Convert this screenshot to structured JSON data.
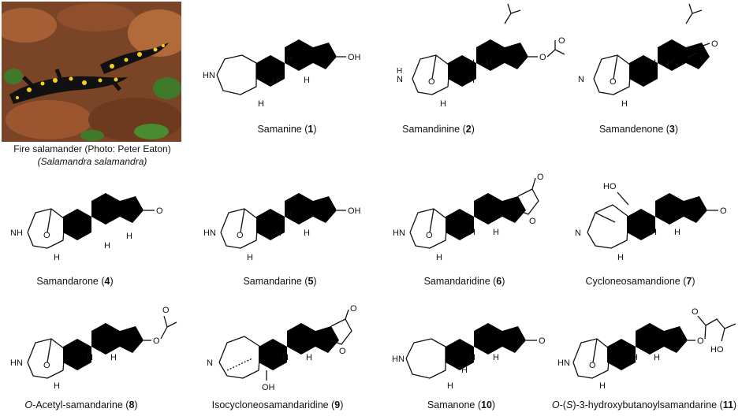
{
  "photo": {
    "caption_line1": "Fire  salamander (Photo: Peter Eaton)",
    "caption_line2": "(Salamandra salamandra)",
    "colors": {
      "leaves": "#8a4a2a",
      "moss": "#3f7a2a",
      "body": "#111111",
      "spots": "#f2d21a"
    }
  },
  "compounds": [
    {
      "name": "Samanine",
      "number": "1"
    },
    {
      "name": "Samandinine",
      "number": "2"
    },
    {
      "name": "Samandenone",
      "number": "3"
    },
    {
      "name": "Samandarone",
      "number": "4"
    },
    {
      "name": "Samandarine",
      "number": "5"
    },
    {
      "name": "Samandaridine",
      "number": "6"
    },
    {
      "name": "Cycloneosamandione",
      "number": "7"
    },
    {
      "name_prefix": "O",
      "name": "-Acetyl-samandarine",
      "number": "8"
    },
    {
      "name": "Isocycloneosamandaridine",
      "number": "9"
    },
    {
      "name": "Samanone",
      "number": "10"
    },
    {
      "name_prefix": "O",
      "name": "-(",
      "name_italic": "S",
      "name_rest": ")-3-hydroxybutanoylsamandarine",
      "number": "11"
    }
  ],
  "atom_labels": {
    "oh": "OH",
    "ho": "HO",
    "hn": "HN",
    "n": "N",
    "o": "O",
    "h": "H"
  }
}
